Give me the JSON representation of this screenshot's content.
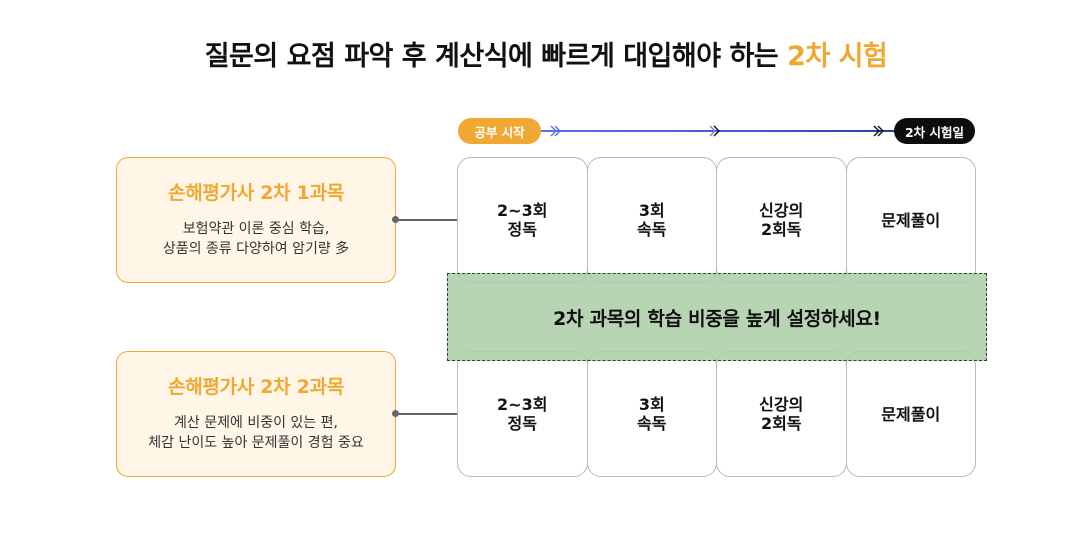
{
  "title": {
    "main": "질문의 요점 파악 후 계산식에 빠르게 대입해야 하는",
    "accent": "2차 시험",
    "accent_color": "#f0a832"
  },
  "timeline": {
    "start_label": "공부 시작",
    "end_label": "2차 시험일",
    "start_color": "#f0a832",
    "end_color": "#0d0d0d",
    "line_color": "#4458d6",
    "arrow_icon": "double-chevron-right"
  },
  "subjects": [
    {
      "title": "손해평가사 2차 1과목",
      "desc_line1": "보험약관 이론 중심 학습,",
      "desc_line2": "상품의 종류 다양하여 암기량 多",
      "steps": [
        "2~3회\n정독",
        "3회\n속독",
        "신강의\n2회독",
        "문제풀이"
      ]
    },
    {
      "title": "손해평가사 2차 2과목",
      "desc_line1": "계산 문제에 비중이 있는 편,",
      "desc_line2": "체감 난이도 높아 문제풀이 경험 중요",
      "steps": [
        "2~3회\n정독",
        "3회\n속독",
        "신강의\n2회독",
        "문제풀이"
      ]
    }
  ],
  "banner": {
    "text": "2차 과목의 학습 비중을 높게 설정하세요!",
    "color": "#b8d5b8"
  }
}
